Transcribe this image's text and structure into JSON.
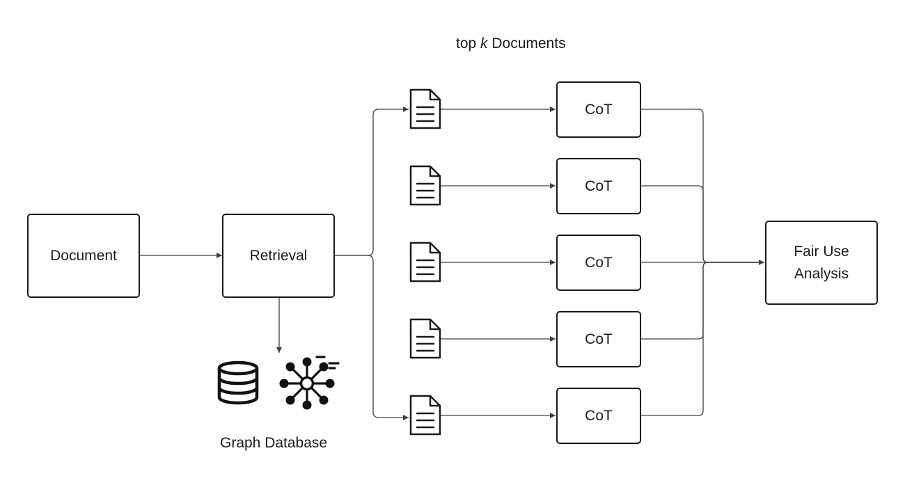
{
  "nodes": {
    "document": "Document",
    "retrieval": "Retrieval",
    "cot": [
      "CoT",
      "CoT",
      "CoT",
      "CoT",
      "CoT"
    ],
    "fair_use": {
      "line1": "Fair Use",
      "line2": "Analysis"
    }
  },
  "labels": {
    "top_k": {
      "prefix": "top ",
      "k": "k",
      "suffix": " Documents"
    },
    "graph_database": "Graph Database"
  },
  "icons": {
    "document": "document-icon",
    "database": "database-icon",
    "graph": "graph-network-icon"
  },
  "colors": {
    "stroke": "#1a1a1a",
    "connector": "#3d3f47",
    "background": "#ffffff"
  }
}
